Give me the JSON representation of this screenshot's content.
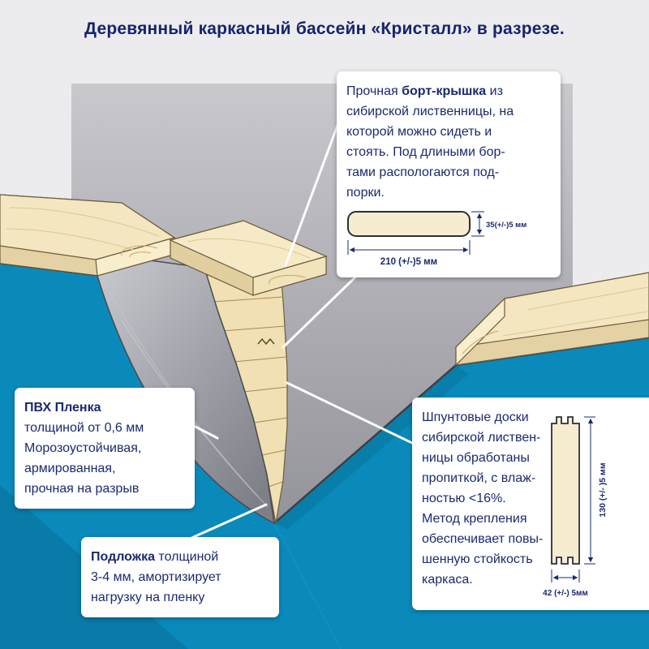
{
  "title": "Деревянный каркасный бассейн «Кристалл» в разрезе.",
  "colors": {
    "pool_blue": "#0a8abb",
    "pool_blue_dark": "#0879a6",
    "wood_light": "#f4e6c0",
    "wood_shade": "#e5d2a4",
    "text_navy": "#1b2a6e",
    "film_gray": "#9b9ca3"
  },
  "callout_top": {
    "l1a": "Прочная ",
    "l1b": "борт-крышка",
    "l1c": " из",
    "lines": [
      "сибирской лиственницы, на",
      "которой можно сидеть и",
      "стоять. Под длиными бор-",
      "тами распологаются под-",
      "порки."
    ],
    "dim_width": "210 (+/-)5 мм",
    "dim_height": "35(+/-)5 мм"
  },
  "callout_pvc": {
    "bold": "ПВХ Пленка",
    "lines": [
      "толщиной от 0,6 мм",
      "Морозоустойчивая,",
      "армированная,",
      "прочная на разрыв"
    ]
  },
  "callout_underlay": {
    "bold": "Подложка",
    "l1rest": " толщиной",
    "lines": [
      "3-4 мм, амортизирует",
      "нагрузку на пленку"
    ]
  },
  "callout_boards": {
    "lines": [
      "Шпунтовые доски",
      "сибирской листвен-",
      "ницы обработаны",
      "пропиткой, с влаж-",
      "ностью <16%.",
      "Метод крепления",
      "обеспечивает повы-",
      "шенную стойкость",
      "каркаса."
    ],
    "dim_height": "130 (+/- )5 мм",
    "dim_width": "42 (+/-) 5мм"
  }
}
